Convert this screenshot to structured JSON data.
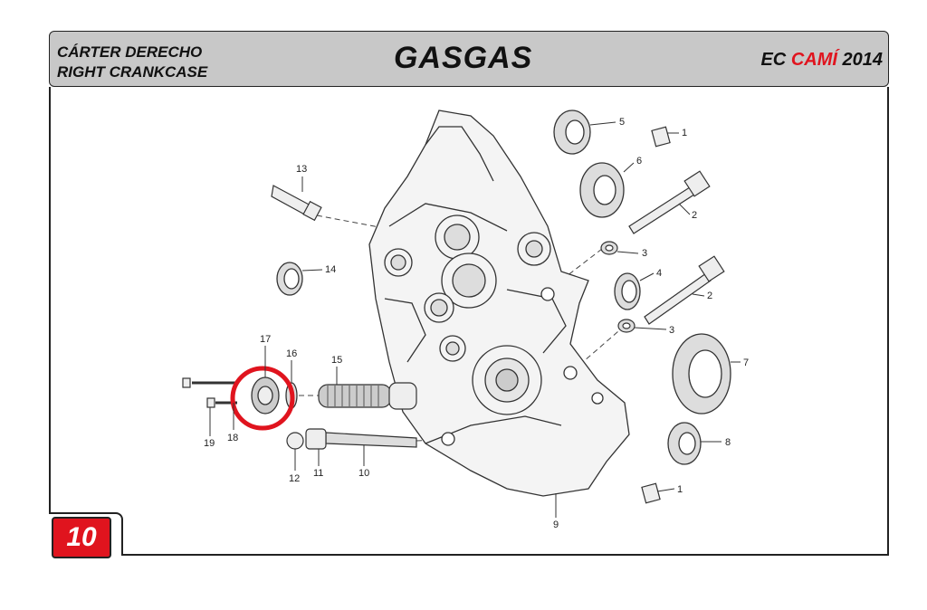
{
  "header": {
    "title_es": "CÁRTER DERECHO",
    "title_en": "RIGHT CRANKCASE",
    "brand": "GASGAS",
    "model_prefix": "EC",
    "model_name": "CAMÍ",
    "model_year": "2014"
  },
  "page_number": "10",
  "colors": {
    "header_bg": "#c8c8c8",
    "accent_red": "#e0141e",
    "line": "#222222"
  },
  "highlight": {
    "target_part": "17",
    "shape": "circle",
    "color": "#e0141e"
  },
  "callouts": [
    {
      "id": "c1a",
      "label": "1"
    },
    {
      "id": "c1b",
      "label": "1"
    },
    {
      "id": "c2a",
      "label": "2"
    },
    {
      "id": "c2b",
      "label": "2"
    },
    {
      "id": "c3a",
      "label": "3"
    },
    {
      "id": "c3b",
      "label": "3"
    },
    {
      "id": "c4",
      "label": "4"
    },
    {
      "id": "c5",
      "label": "5"
    },
    {
      "id": "c6",
      "label": "6"
    },
    {
      "id": "c7",
      "label": "7"
    },
    {
      "id": "c8",
      "label": "8"
    },
    {
      "id": "c9",
      "label": "9"
    },
    {
      "id": "c10",
      "label": "10"
    },
    {
      "id": "c11",
      "label": "11"
    },
    {
      "id": "c12",
      "label": "12"
    },
    {
      "id": "c13",
      "label": "13"
    },
    {
      "id": "c14",
      "label": "14"
    },
    {
      "id": "c15",
      "label": "15"
    },
    {
      "id": "c16",
      "label": "16"
    },
    {
      "id": "c17",
      "label": "17"
    },
    {
      "id": "c18",
      "label": "18"
    },
    {
      "id": "c19",
      "label": "19"
    }
  ]
}
